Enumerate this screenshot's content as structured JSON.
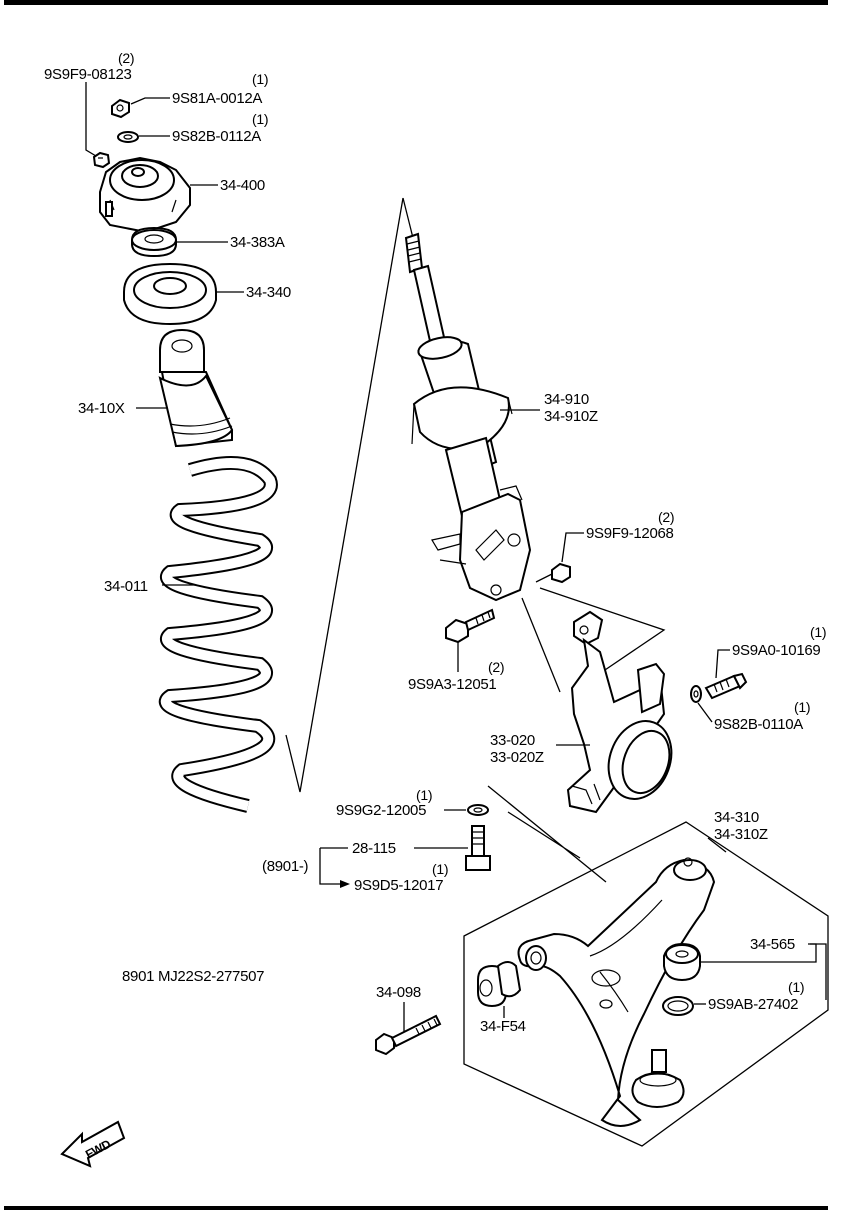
{
  "labels": {
    "p_9S9F9_08123": "9S9F9-08123",
    "q_9S9F9_08123": "(2)",
    "p_9S81A_0012A": "9S81A-0012A",
    "q_9S81A_0012A": "(1)",
    "p_9S82B_0112A": "9S82B-0112A",
    "q_9S82B_0112A": "(1)",
    "p_34_400": "34-400",
    "p_34_383A": "34-383A",
    "p_34_340": "34-340",
    "p_34_10X": "34-10X",
    "p_34_011": "34-011",
    "p_34_910": "34-910",
    "p_34_910Z": "34-910Z",
    "p_9S9F9_12068": "9S9F9-12068",
    "q_9S9F9_12068": "(2)",
    "p_9S9A3_12051": "9S9A3-12051",
    "q_9S9A3_12051": "(2)",
    "p_9S9A0_10169": "9S9A0-10169",
    "q_9S9A0_10169": "(1)",
    "p_9S82B_0110A": "9S82B-0110A",
    "q_9S82B_0110A": "(1)",
    "p_33_020": "33-020",
    "p_33_020Z": "33-020Z",
    "p_9S9G2_12005": "9S9G2-12005",
    "q_9S9G2_12005": "(1)",
    "p_28_115": "28-115",
    "p_8901_range": "(8901-)",
    "p_9S9D5_12017": "9S9D5-12017",
    "q_9S9D5_12017": "(1)",
    "p_34_310": "34-310",
    "p_34_310Z": "34-310Z",
    "p_34_565": "34-565",
    "p_9S9AB_27402": "9S9AB-27402",
    "q_9S9AB_27402": "(1)",
    "p_34_098": "34-098",
    "p_34_F54": "34-F54",
    "serial_note": "8901   MJ22S2-277507",
    "fwd": "FWD"
  },
  "icons": {
    "forward_arrow": "fwd-arrow-icon"
  },
  "colors": {
    "ink": "#000000",
    "paper": "#ffffff"
  }
}
